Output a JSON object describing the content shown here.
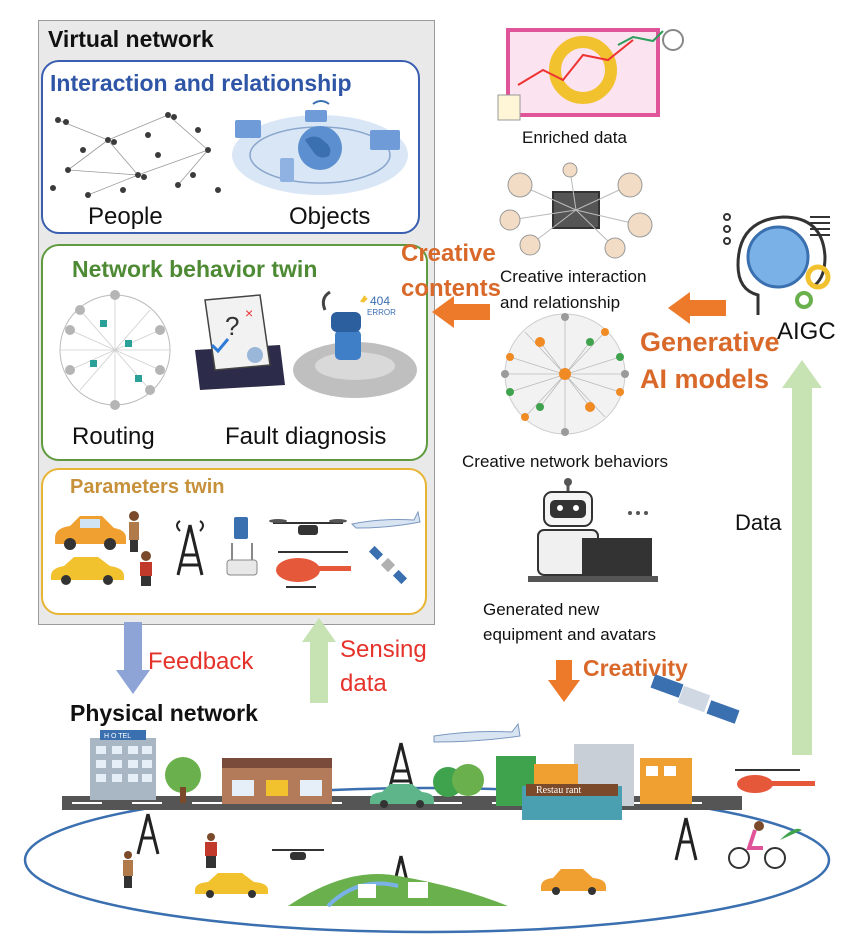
{
  "virtual_network": {
    "title": "Virtual network",
    "interaction": {
      "title": "Interaction and relationship",
      "people": "People",
      "objects": "Objects"
    },
    "behavior": {
      "title": "Network behavior twin",
      "routing": "Routing",
      "fault": "Fault diagnosis",
      "error_code": "404",
      "error_word": "ERROR"
    },
    "parameters": {
      "title": "Parameters twin"
    }
  },
  "right": {
    "enriched": "Enriched data",
    "interaction_line1": "Creative interaction",
    "interaction_line2": "and relationship",
    "behaviors": "Creative network behaviors",
    "equipment_line1": "Generated new",
    "equipment_line2": "equipment and avatars",
    "aigc": "AIGC",
    "models_line1": "Generative",
    "models_line2": "AI models",
    "creative_line1": "Creative",
    "creative_line2": "contents",
    "creativity": "Creativity",
    "data": "Data"
  },
  "bottom": {
    "feedback": "Feedback",
    "sensing_line1": "Sensing",
    "sensing_line2": "data",
    "physical": "Physical network",
    "hotel": "H O TEL",
    "restaurant": "Restau rant"
  },
  "colors": {
    "orange_arrow": "#ec7a2a",
    "green_arrow": "#c7e3b4",
    "blue_arrow": "#8ea3d6",
    "interaction_border": "#3a5fb0",
    "behavior_border": "#5f9a3f",
    "parameters_border": "#e8b435"
  }
}
